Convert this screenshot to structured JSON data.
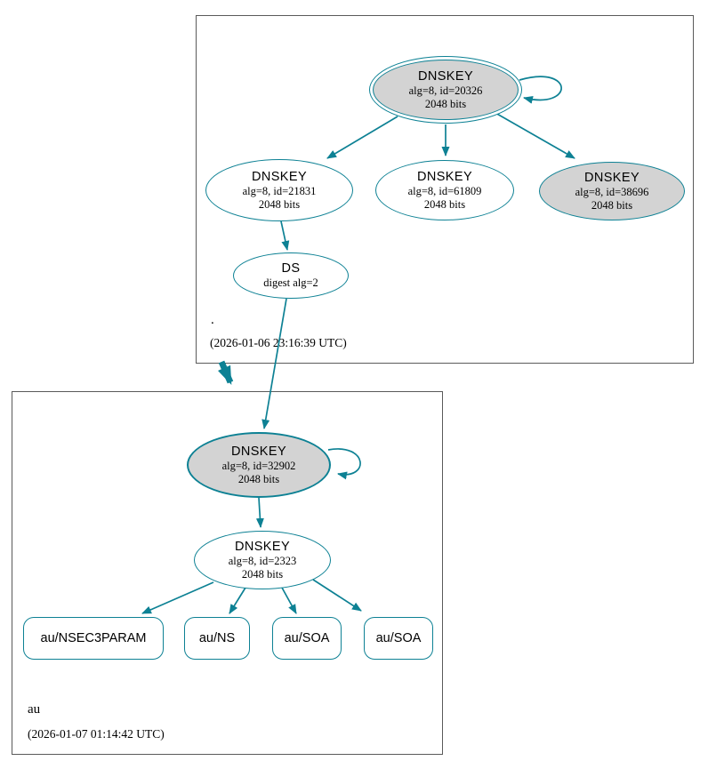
{
  "colors": {
    "edge": "#0d8194",
    "ksk_fill": "#d3d3d3",
    "node_fill": "#ffffff",
    "box_border": "#5a5a5a"
  },
  "zones": {
    "root": {
      "name": ".",
      "timestamp": "(2026-01-06 23:16:39 UTC)",
      "ksk20326": {
        "title": "DNSKEY",
        "detail": "alg=8, id=20326",
        "bits": "2048 bits"
      },
      "key21831": {
        "title": "DNSKEY",
        "detail": "alg=8, id=21831",
        "bits": "2048 bits"
      },
      "key61809": {
        "title": "DNSKEY",
        "detail": "alg=8, id=61809",
        "bits": "2048 bits"
      },
      "key38696": {
        "title": "DNSKEY",
        "detail": "alg=8, id=38696",
        "bits": "2048 bits"
      },
      "ds": {
        "title": "DS",
        "detail": "digest alg=2"
      }
    },
    "au": {
      "name": "au",
      "timestamp": "(2026-01-07 01:14:42 UTC)",
      "ksk32902": {
        "title": "DNSKEY",
        "detail": "alg=8, id=32902",
        "bits": "2048 bits"
      },
      "key2323": {
        "title": "DNSKEY",
        "detail": "alg=8, id=2323",
        "bits": "2048 bits"
      },
      "rrsets": {
        "nsec3param": {
          "label": "au/NSEC3PARAM"
        },
        "ns": {
          "label": "au/NS"
        },
        "soa1": {
          "label": "au/SOA"
        },
        "soa2": {
          "label": "au/SOA"
        }
      }
    }
  }
}
